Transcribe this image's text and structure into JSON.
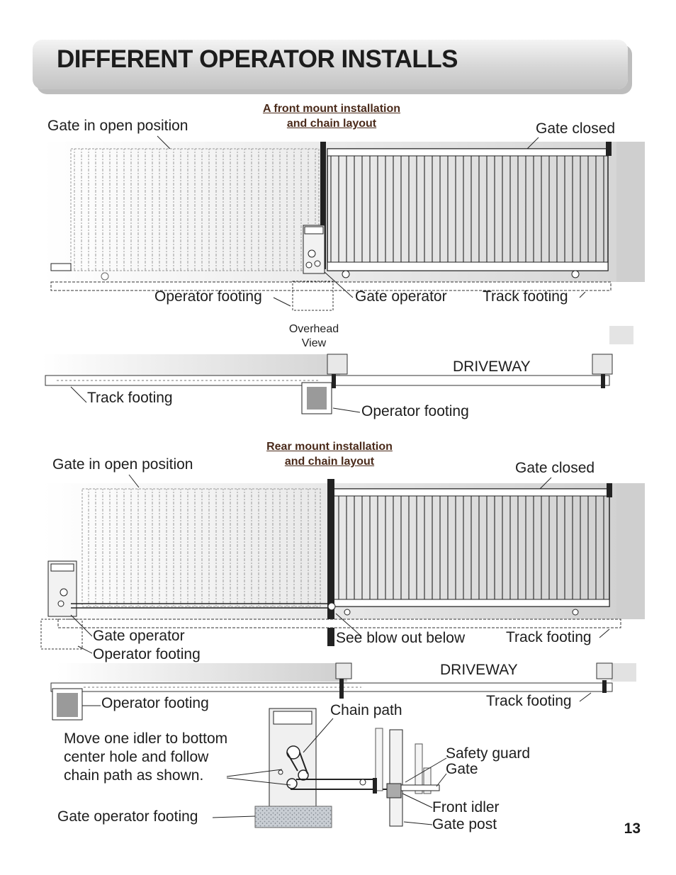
{
  "header": {
    "title": "DIFFERENT OPERATOR INSTALLS"
  },
  "front": {
    "caption_line1": "A front mount installation",
    "caption_line2": "and chain layout",
    "gate_open": "Gate in open position",
    "gate_closed": "Gate closed",
    "operator_footing": "Operator footing",
    "gate_operator": "Gate operator",
    "track_footing": "Track footing",
    "overhead_line1": "Overhead",
    "overhead_line2": "View",
    "driveway": "DRIVEWAY",
    "track_footing_2": "Track footing",
    "operator_footing_2": "Operator footing"
  },
  "rear": {
    "caption_line1": "Rear mount installation",
    "caption_line2": "and chain layout",
    "gate_open": "Gate in open position",
    "gate_closed": "Gate closed",
    "gate_operator": "Gate operator",
    "operator_footing": "Operator footing",
    "see_blow_out": "See blow out below",
    "track_footing": "Track footing",
    "driveway": "DRIVEWAY",
    "operator_footing_2": "Operator footing",
    "track_footing_2": "Track footing"
  },
  "blowout": {
    "chain_path": "Chain path",
    "instruction_line1": "Move one idler to bottom",
    "instruction_line2": "center hole and follow",
    "instruction_line3": "chain path as shown.",
    "safety_guard": "Safety guard",
    "gate": "Gate",
    "front_idler": "Front idler",
    "gate_post": "Gate post",
    "gate_operator_footing": "Gate operator footing"
  },
  "page_number": "13"
}
